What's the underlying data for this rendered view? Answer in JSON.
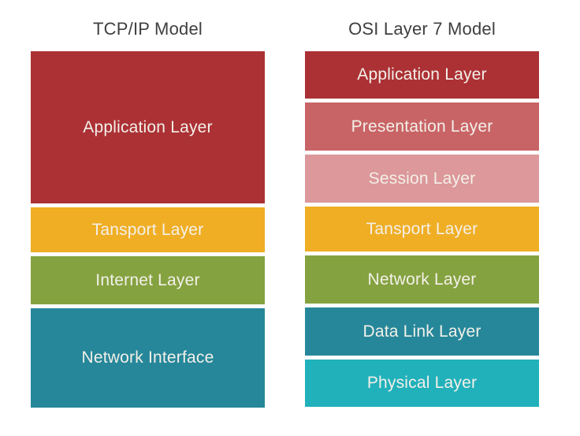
{
  "diagram": {
    "left": {
      "title": "TCP/IP Model",
      "layers": [
        {
          "name": "application-layer",
          "label": "Application Layer",
          "color": "#AC3135"
        },
        {
          "name": "transport-layer",
          "label": "Tansport Layer",
          "color": "#F0AE24"
        },
        {
          "name": "internet-layer",
          "label": "Internet Layer",
          "color": "#85A240"
        },
        {
          "name": "network-interface",
          "label": "Network Interface",
          "color": "#26879A"
        }
      ]
    },
    "right": {
      "title": "OSI Layer 7 Model",
      "layers": [
        {
          "name": "application-layer",
          "label": "Application Layer",
          "color": "#AC3135"
        },
        {
          "name": "presentation-layer",
          "label": "Presentation Layer",
          "color": "#C96466"
        },
        {
          "name": "session-layer",
          "label": "Session Layer",
          "color": "#DC989A"
        },
        {
          "name": "transport-layer",
          "label": "Tansport Layer",
          "color": "#F0AE24"
        },
        {
          "name": "network-layer",
          "label": "Network Layer",
          "color": "#85A240"
        },
        {
          "name": "data-link-layer",
          "label": "Data Link Layer",
          "color": "#26879A"
        },
        {
          "name": "physical-layer",
          "label": "Physical Layer",
          "color": "#21B1BB"
        }
      ]
    },
    "text_color": "#F3F0E9",
    "title_color": "#3F3F3F"
  }
}
